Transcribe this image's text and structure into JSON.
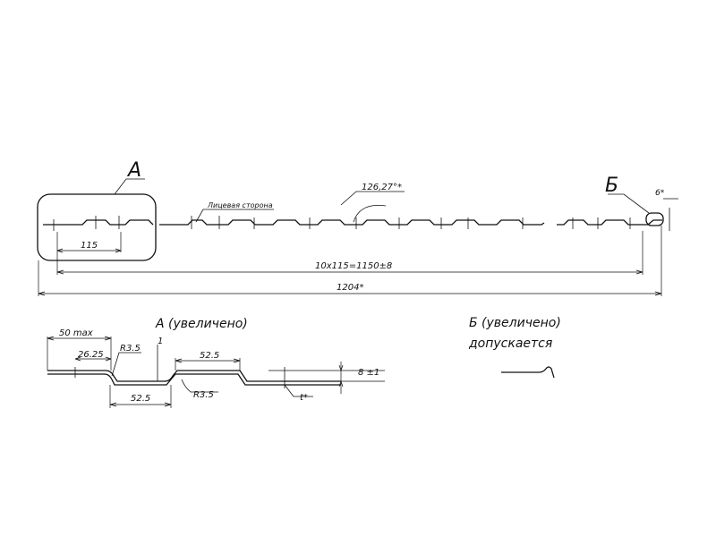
{
  "drawing": {
    "callout_a": "А",
    "callout_b": "Б",
    "face_side": "Лицевая сторона",
    "angle": "126,27°*",
    "pitch": "115",
    "overall_pitch": "10х115=1150±8",
    "overall_width": "1204*",
    "edge_angle": "6*"
  },
  "detail_a": {
    "title": "А (увеличено)",
    "dim_max": "50 max",
    "dim_26": "26.25",
    "dim_r_top": "R3.5",
    "dim_one": "1",
    "dim_top": "52.5",
    "dim_bottom": "52.5",
    "dim_r_bottom": "R3.5",
    "dim_height": "8 ±1",
    "dim_t": "t*"
  },
  "detail_b": {
    "title": "Б (увеличено)",
    "note": "допускается"
  }
}
